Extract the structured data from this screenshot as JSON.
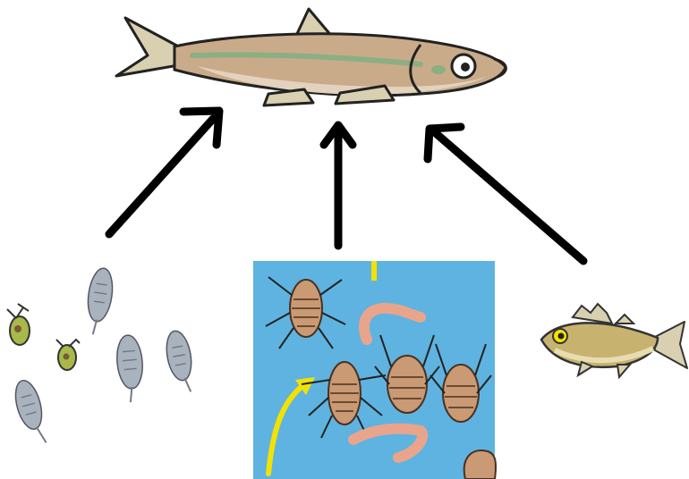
{
  "diagram": {
    "predator": {
      "icon": "smelt-fish-icon"
    },
    "prey": [
      {
        "icon": "zooplankton-icon"
      },
      {
        "icon": "aquatic-insect-larvae-icon"
      },
      {
        "icon": "small-fish-icon"
      }
    ],
    "arrows": [
      {
        "from": "zooplankton",
        "to": "smelt"
      },
      {
        "from": "aquatic-insect-larvae",
        "to": "smelt"
      },
      {
        "from": "small-fish",
        "to": "smelt"
      }
    ],
    "colors": {
      "arrow": "#000000",
      "fish_body": "#c9ab8a",
      "fish_stripe": "#8cae83",
      "fin": "#d8d0b0",
      "water": "#5fb3e0",
      "insect": "#c99a73",
      "worm": "#e8a58c",
      "zooplankton": "#a9b3bd",
      "small_fish_body": "#c7b270",
      "highlight_yellow": "#f3e200"
    }
  }
}
